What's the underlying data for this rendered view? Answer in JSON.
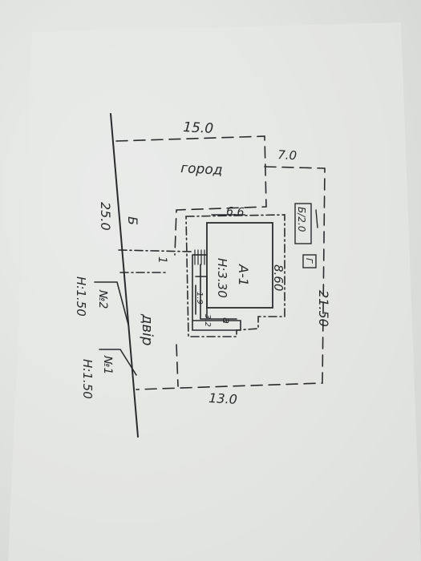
{
  "plan": {
    "garden_label": "город",
    "yard_label": "двір",
    "house_label": "А-1",
    "house_height": "Н:3.30",
    "porch_label": "а",
    "porch_width": "3.2",
    "porch_depth": "1.9",
    "structure_b_label": "Б/2.0",
    "structure_g_label": "Г",
    "shed_label": "Б",
    "gate_label": "1",
    "dims": {
      "garden_length": "15.0",
      "top_offset": "7.0",
      "house_width": "6.6",
      "house_depth": "8.60",
      "plot_depth": "21.50",
      "plot_front": "25.0",
      "yard_length": "13.0"
    },
    "points": [
      {
        "label": "№2",
        "height": "Н:1.50"
      },
      {
        "label": "№1",
        "height": "Н:1.50"
      }
    ]
  }
}
